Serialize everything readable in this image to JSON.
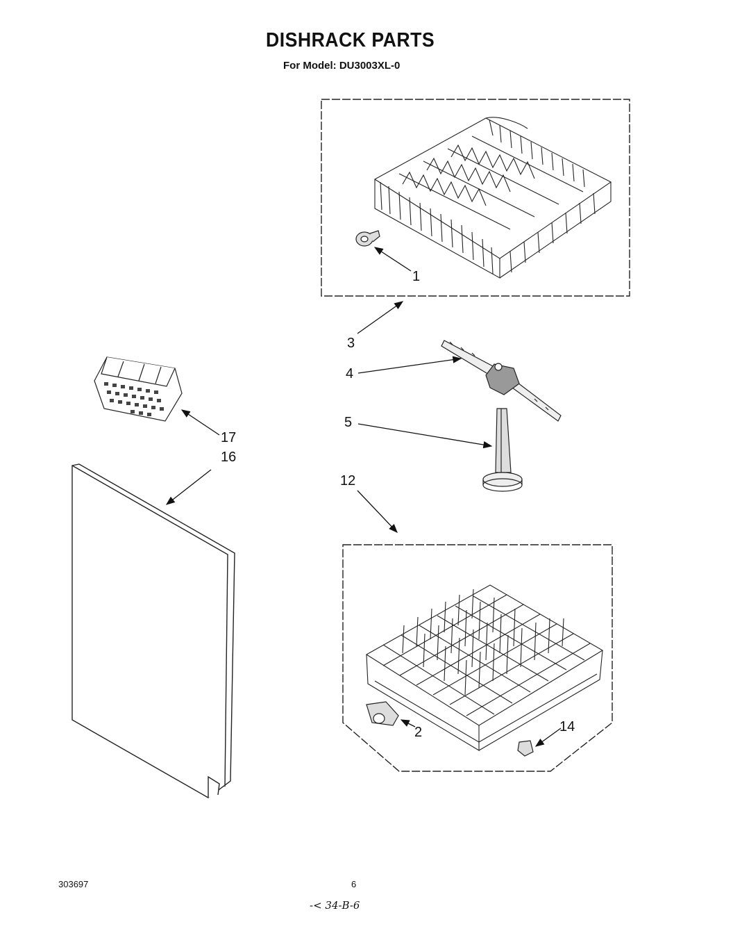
{
  "header": {
    "title": "DISHRACK PARTS",
    "subtitle": "For Model: DU3003XL-0"
  },
  "callouts": {
    "c1": "1",
    "c2": "2",
    "c3": "3",
    "c4": "4",
    "c5": "5",
    "c12": "12",
    "c14": "14",
    "c16": "16",
    "c17": "17"
  },
  "footer": {
    "doc_number": "303697",
    "page_number": "6",
    "handwritten_note": "-< 34-B-6"
  }
}
